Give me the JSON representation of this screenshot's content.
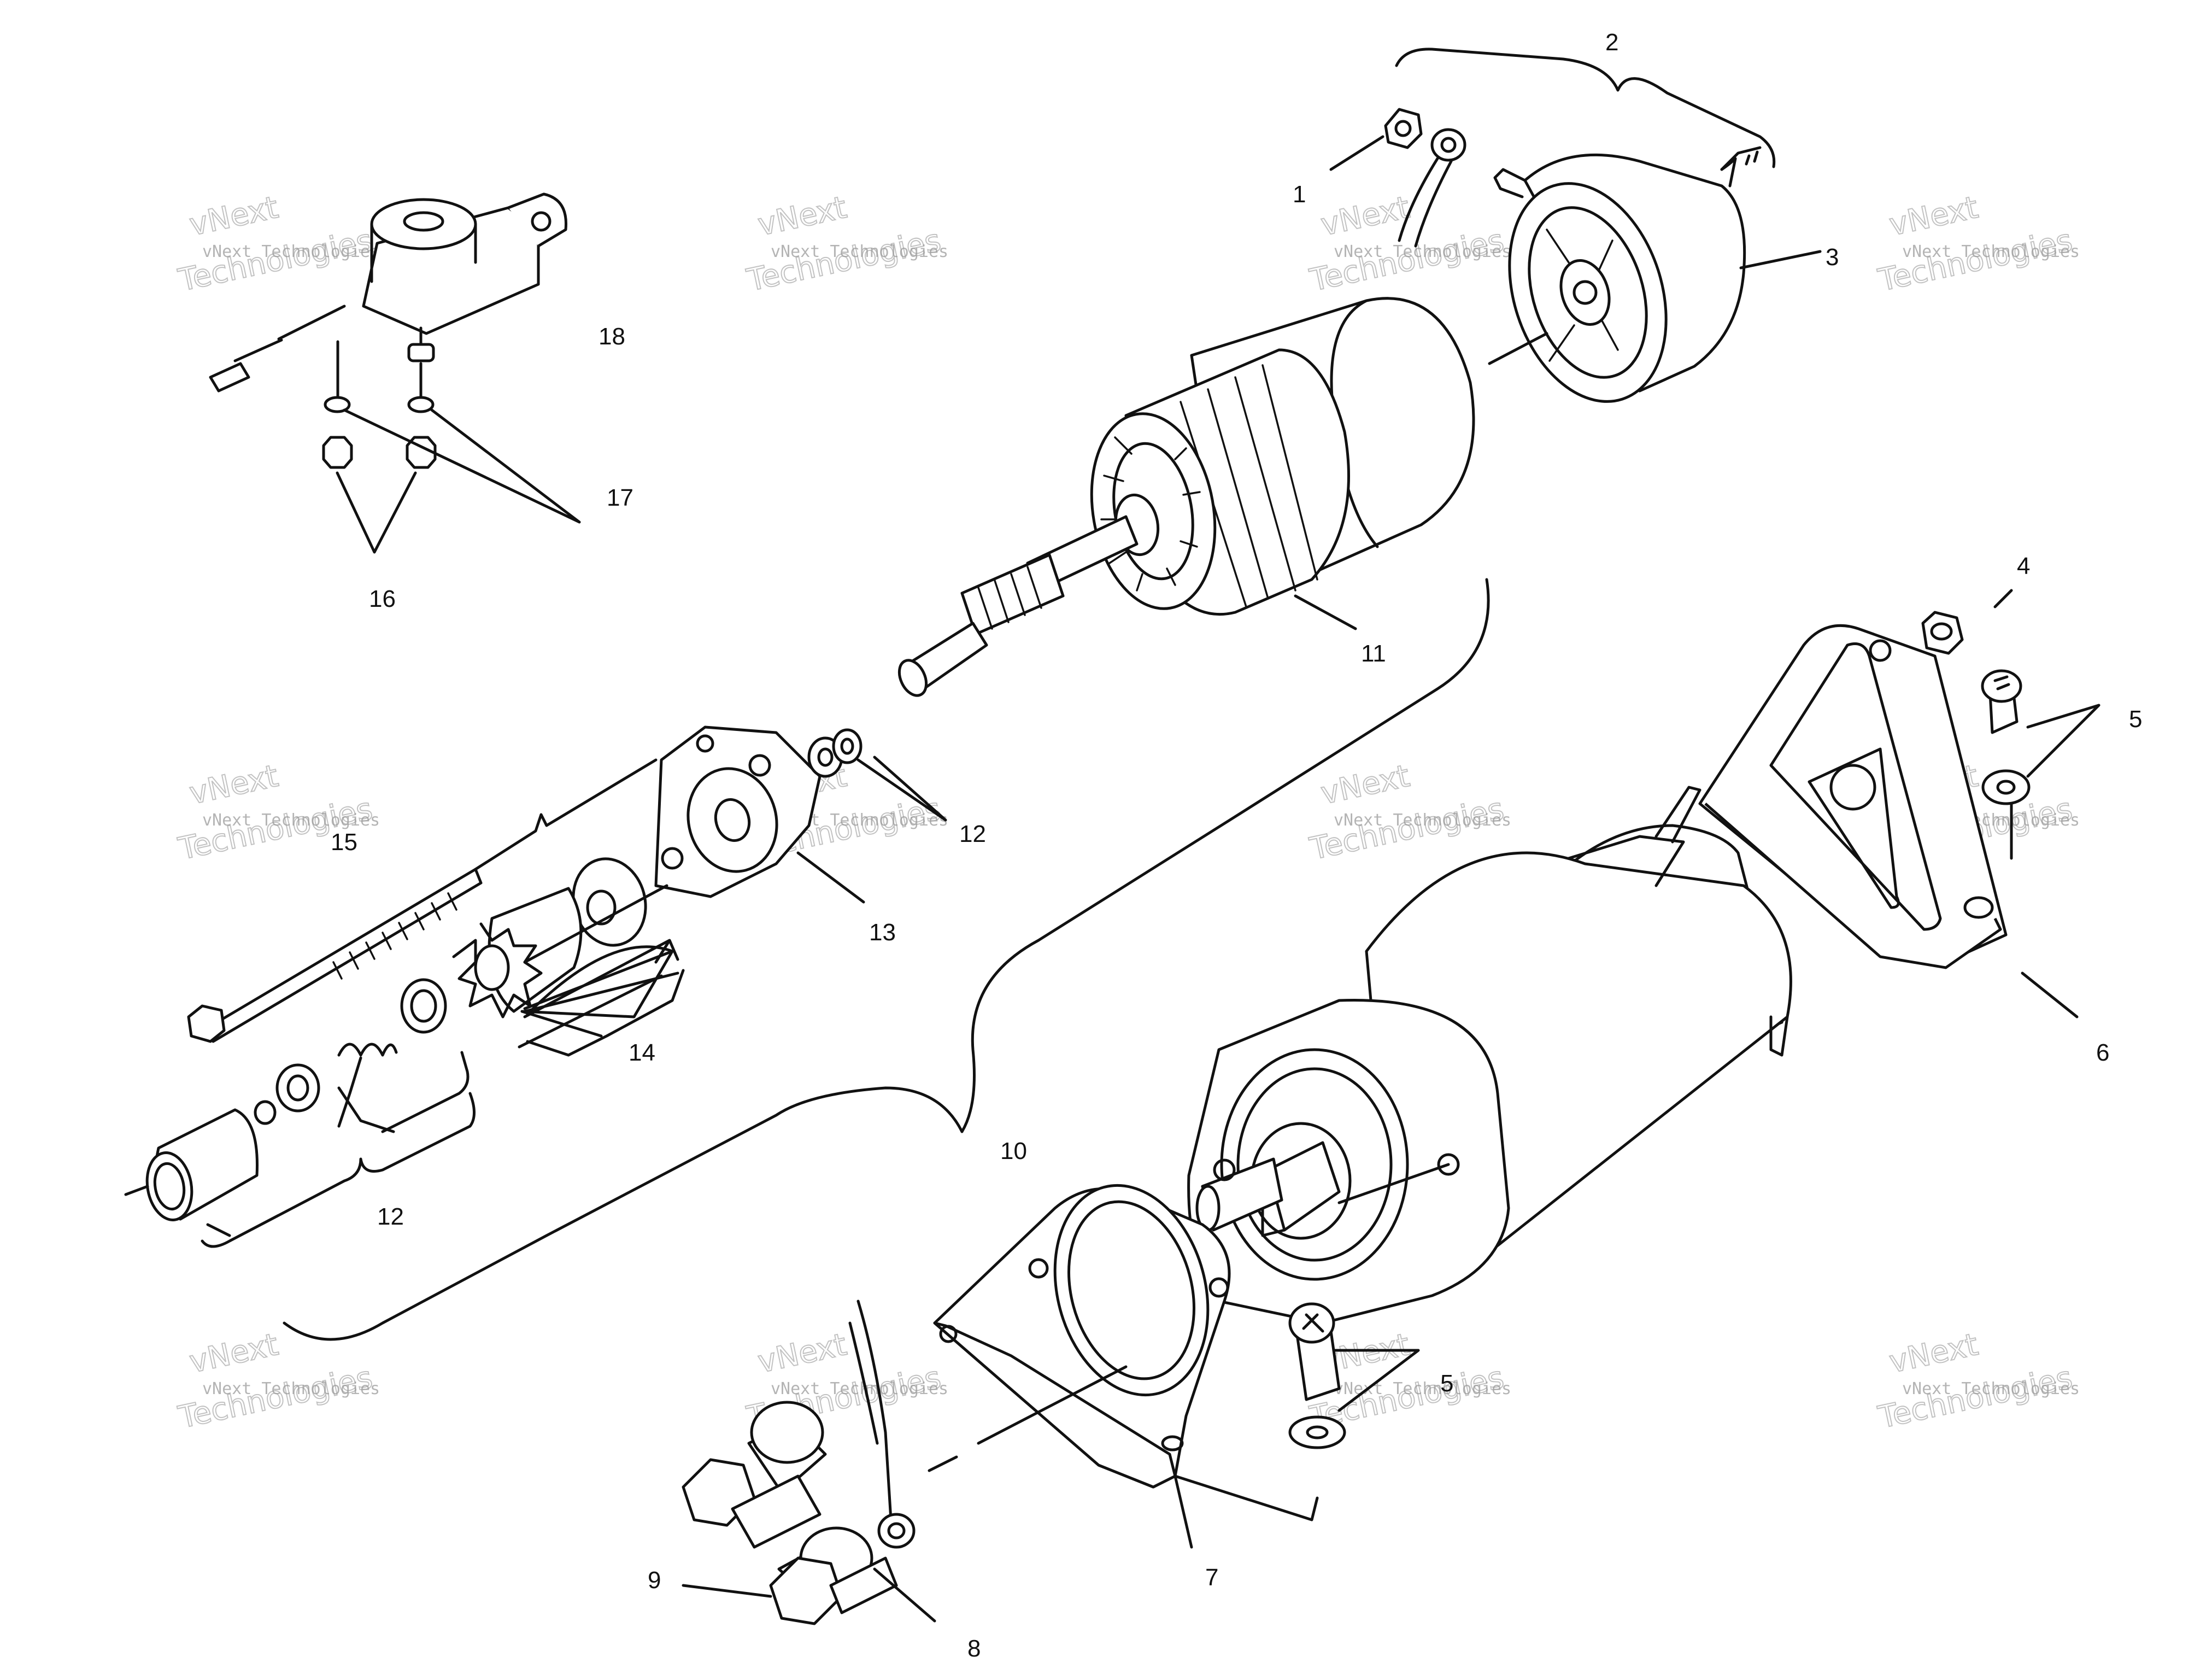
{
  "callouts": [
    "1",
    "2",
    "3",
    "4",
    "5",
    "6",
    "7",
    "8",
    "9",
    "10",
    "11",
    "12",
    "13",
    "14",
    "15",
    "16",
    "17",
    "18"
  ],
  "callouts_extra": {
    "5b": "5",
    "12b": "12"
  },
  "watermark": {
    "company": "vNext Technologies",
    "word1": "vNext",
    "word2": "Technologies"
  }
}
